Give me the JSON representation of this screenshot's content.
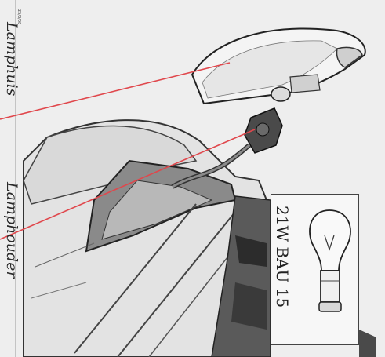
{
  "diagram": {
    "figure_code": "25/3/08",
    "labels": {
      "lamphuis": "Lamphuis",
      "lamphouder": "Lamphouder"
    },
    "bulb_spec": "21W BAU 15",
    "colors": {
      "leader_line": "#e0474c",
      "ink": "#2a2a2a",
      "paper": "#eeeeee"
    }
  }
}
